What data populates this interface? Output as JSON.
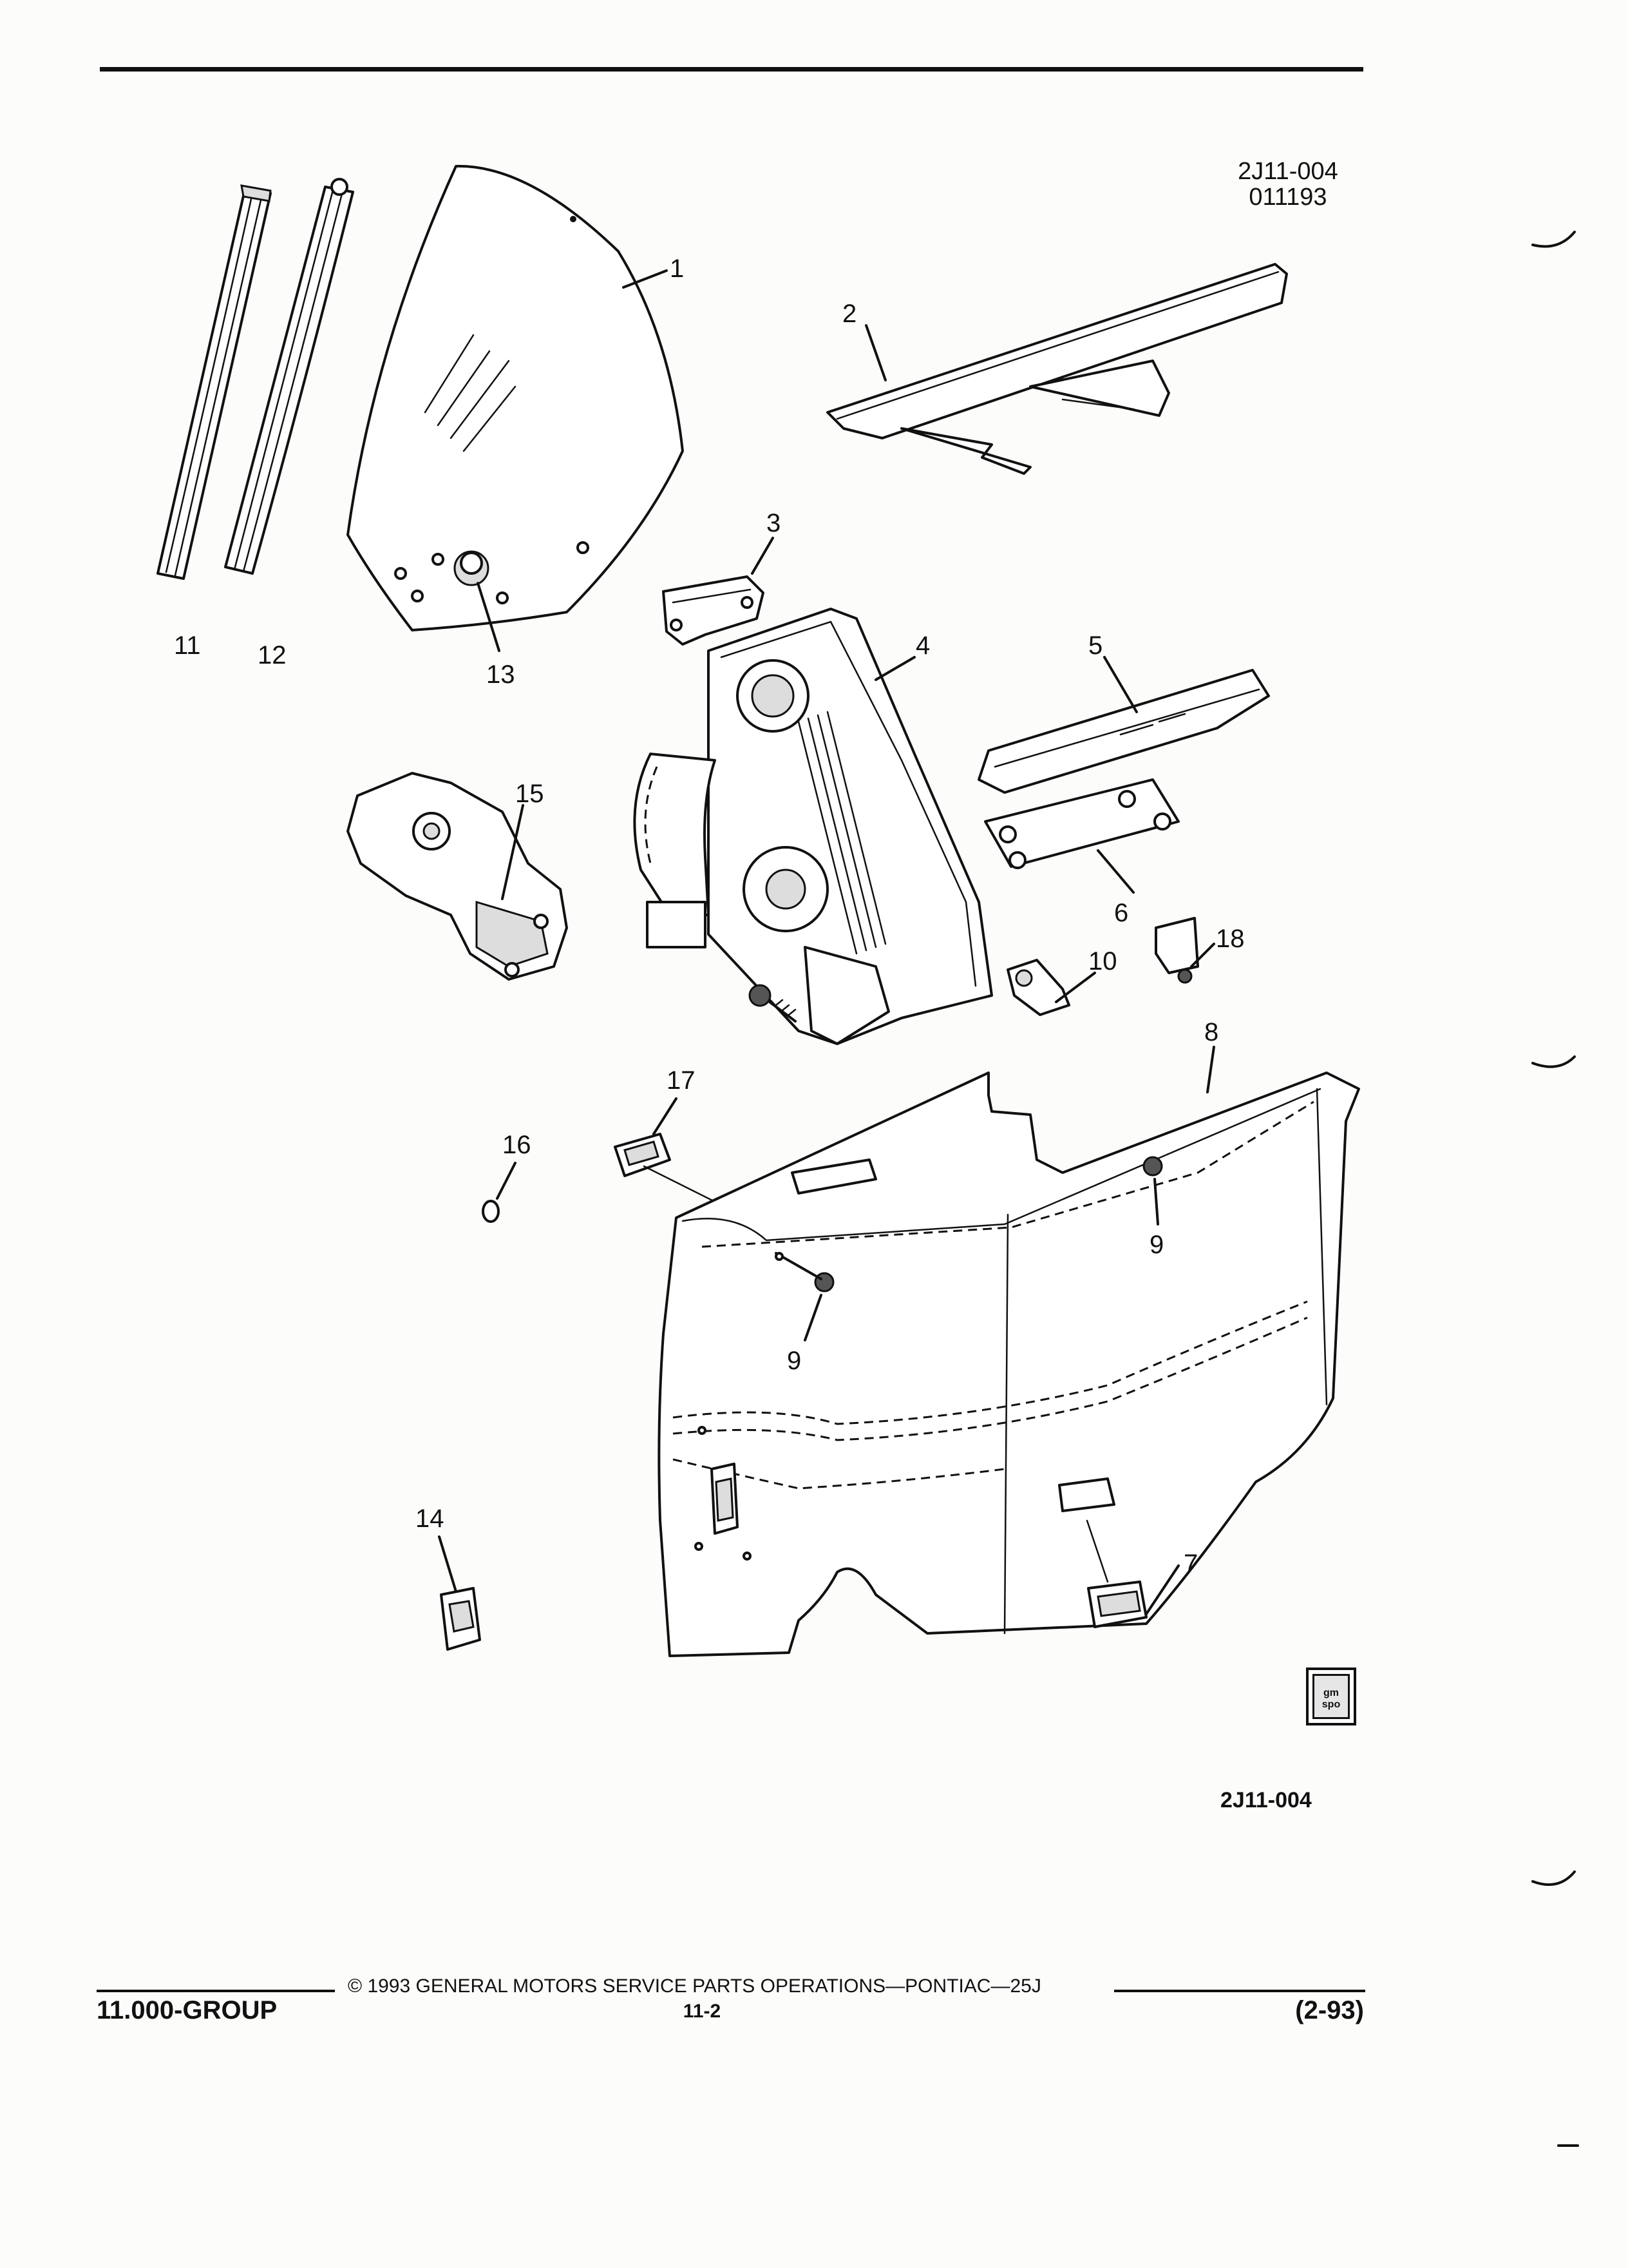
{
  "figure": {
    "code_top": "2J11-004",
    "date_code": "011193",
    "code_bottom": "2J11-004",
    "logo_text": "gm spo"
  },
  "callouts": [
    "1",
    "2",
    "3",
    "4",
    "5",
    "6",
    "7",
    "8",
    "9",
    "9",
    "10",
    "11",
    "12",
    "13",
    "14",
    "15",
    "16",
    "17",
    "18"
  ],
  "footer": {
    "copyright": "© 1993 GENERAL MOTORS SERVICE PARTS OPERATIONS—PONTIAC—25J",
    "group": "11.000-GROUP",
    "page": "11-2",
    "revision": "(2-93)"
  }
}
